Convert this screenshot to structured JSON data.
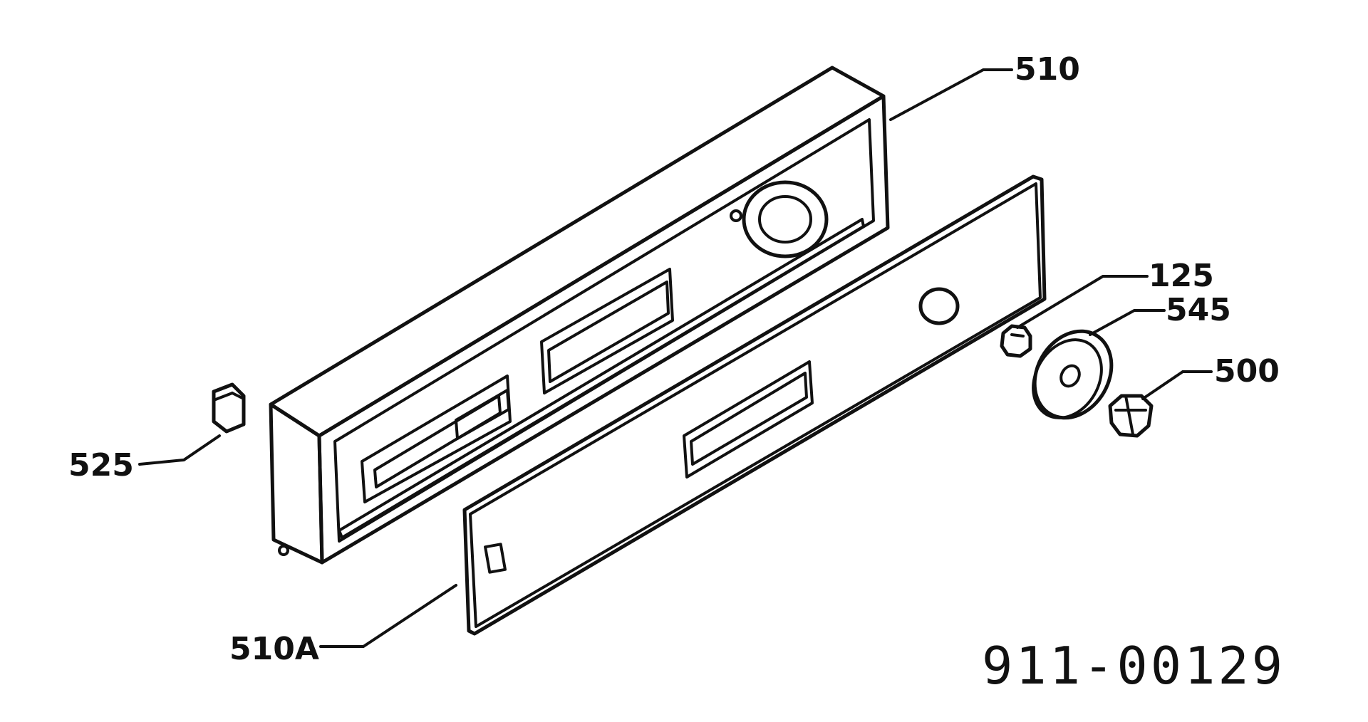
{
  "diagram": {
    "drawing_number": "911-00129",
    "callouts": {
      "console_panel": "510",
      "front_panel": "510A",
      "end_cap": "525",
      "nut": "125",
      "dial": "545",
      "knob": "500"
    }
  }
}
